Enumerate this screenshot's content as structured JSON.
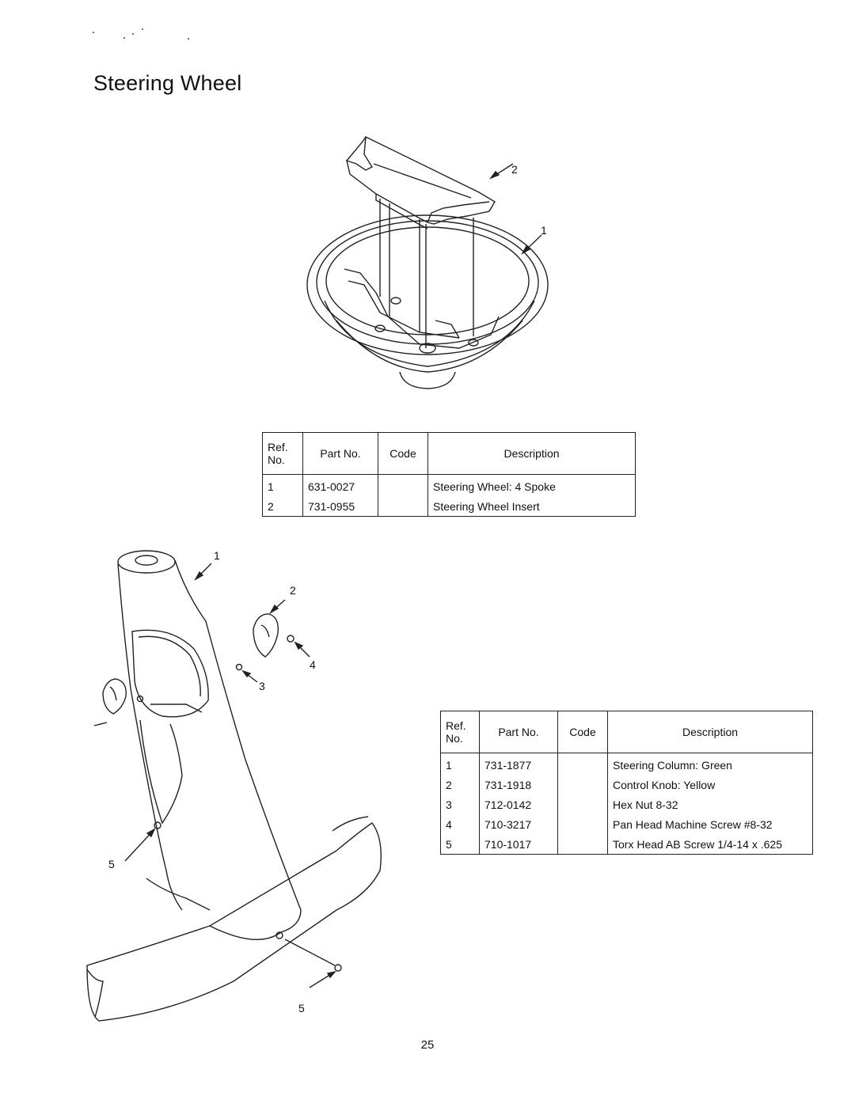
{
  "page": {
    "title": "Steering Wheel",
    "page_number": "25"
  },
  "diagram_top": {
    "callouts": [
      "2",
      "1"
    ]
  },
  "table_top": {
    "headers": {
      "ref": "Ref.\nNo.",
      "part": "Part No.",
      "code": "Code",
      "desc": "Description"
    },
    "rows": [
      {
        "ref": "1",
        "part": "631-0027",
        "code": "",
        "desc": "Steering Wheel: 4 Spoke"
      },
      {
        "ref": "2",
        "part": "731-0955",
        "code": "",
        "desc": "Steering Wheel Insert"
      }
    ]
  },
  "diagram_bottom": {
    "callouts": [
      "1",
      "2",
      "4",
      "3",
      "5",
      "5"
    ]
  },
  "table_bottom": {
    "headers": {
      "ref": "Ref.\nNo.",
      "part": "Part No.",
      "code": "Code",
      "desc": "Description"
    },
    "rows": [
      {
        "ref": "1",
        "part": "731-1877",
        "code": "",
        "desc": "Steering Column: Green"
      },
      {
        "ref": "2",
        "part": "731-1918",
        "code": "",
        "desc": "Control Knob: Yellow"
      },
      {
        "ref": "3",
        "part": "712-0142",
        "code": "",
        "desc": "Hex Nut 8-32"
      },
      {
        "ref": "4",
        "part": "710-3217",
        "code": "",
        "desc": "Pan Head Machine Screw #8-32"
      },
      {
        "ref": "5",
        "part": "710-1017",
        "code": "",
        "desc": "Torx Head AB Screw 1/4-14 x .625"
      }
    ]
  }
}
